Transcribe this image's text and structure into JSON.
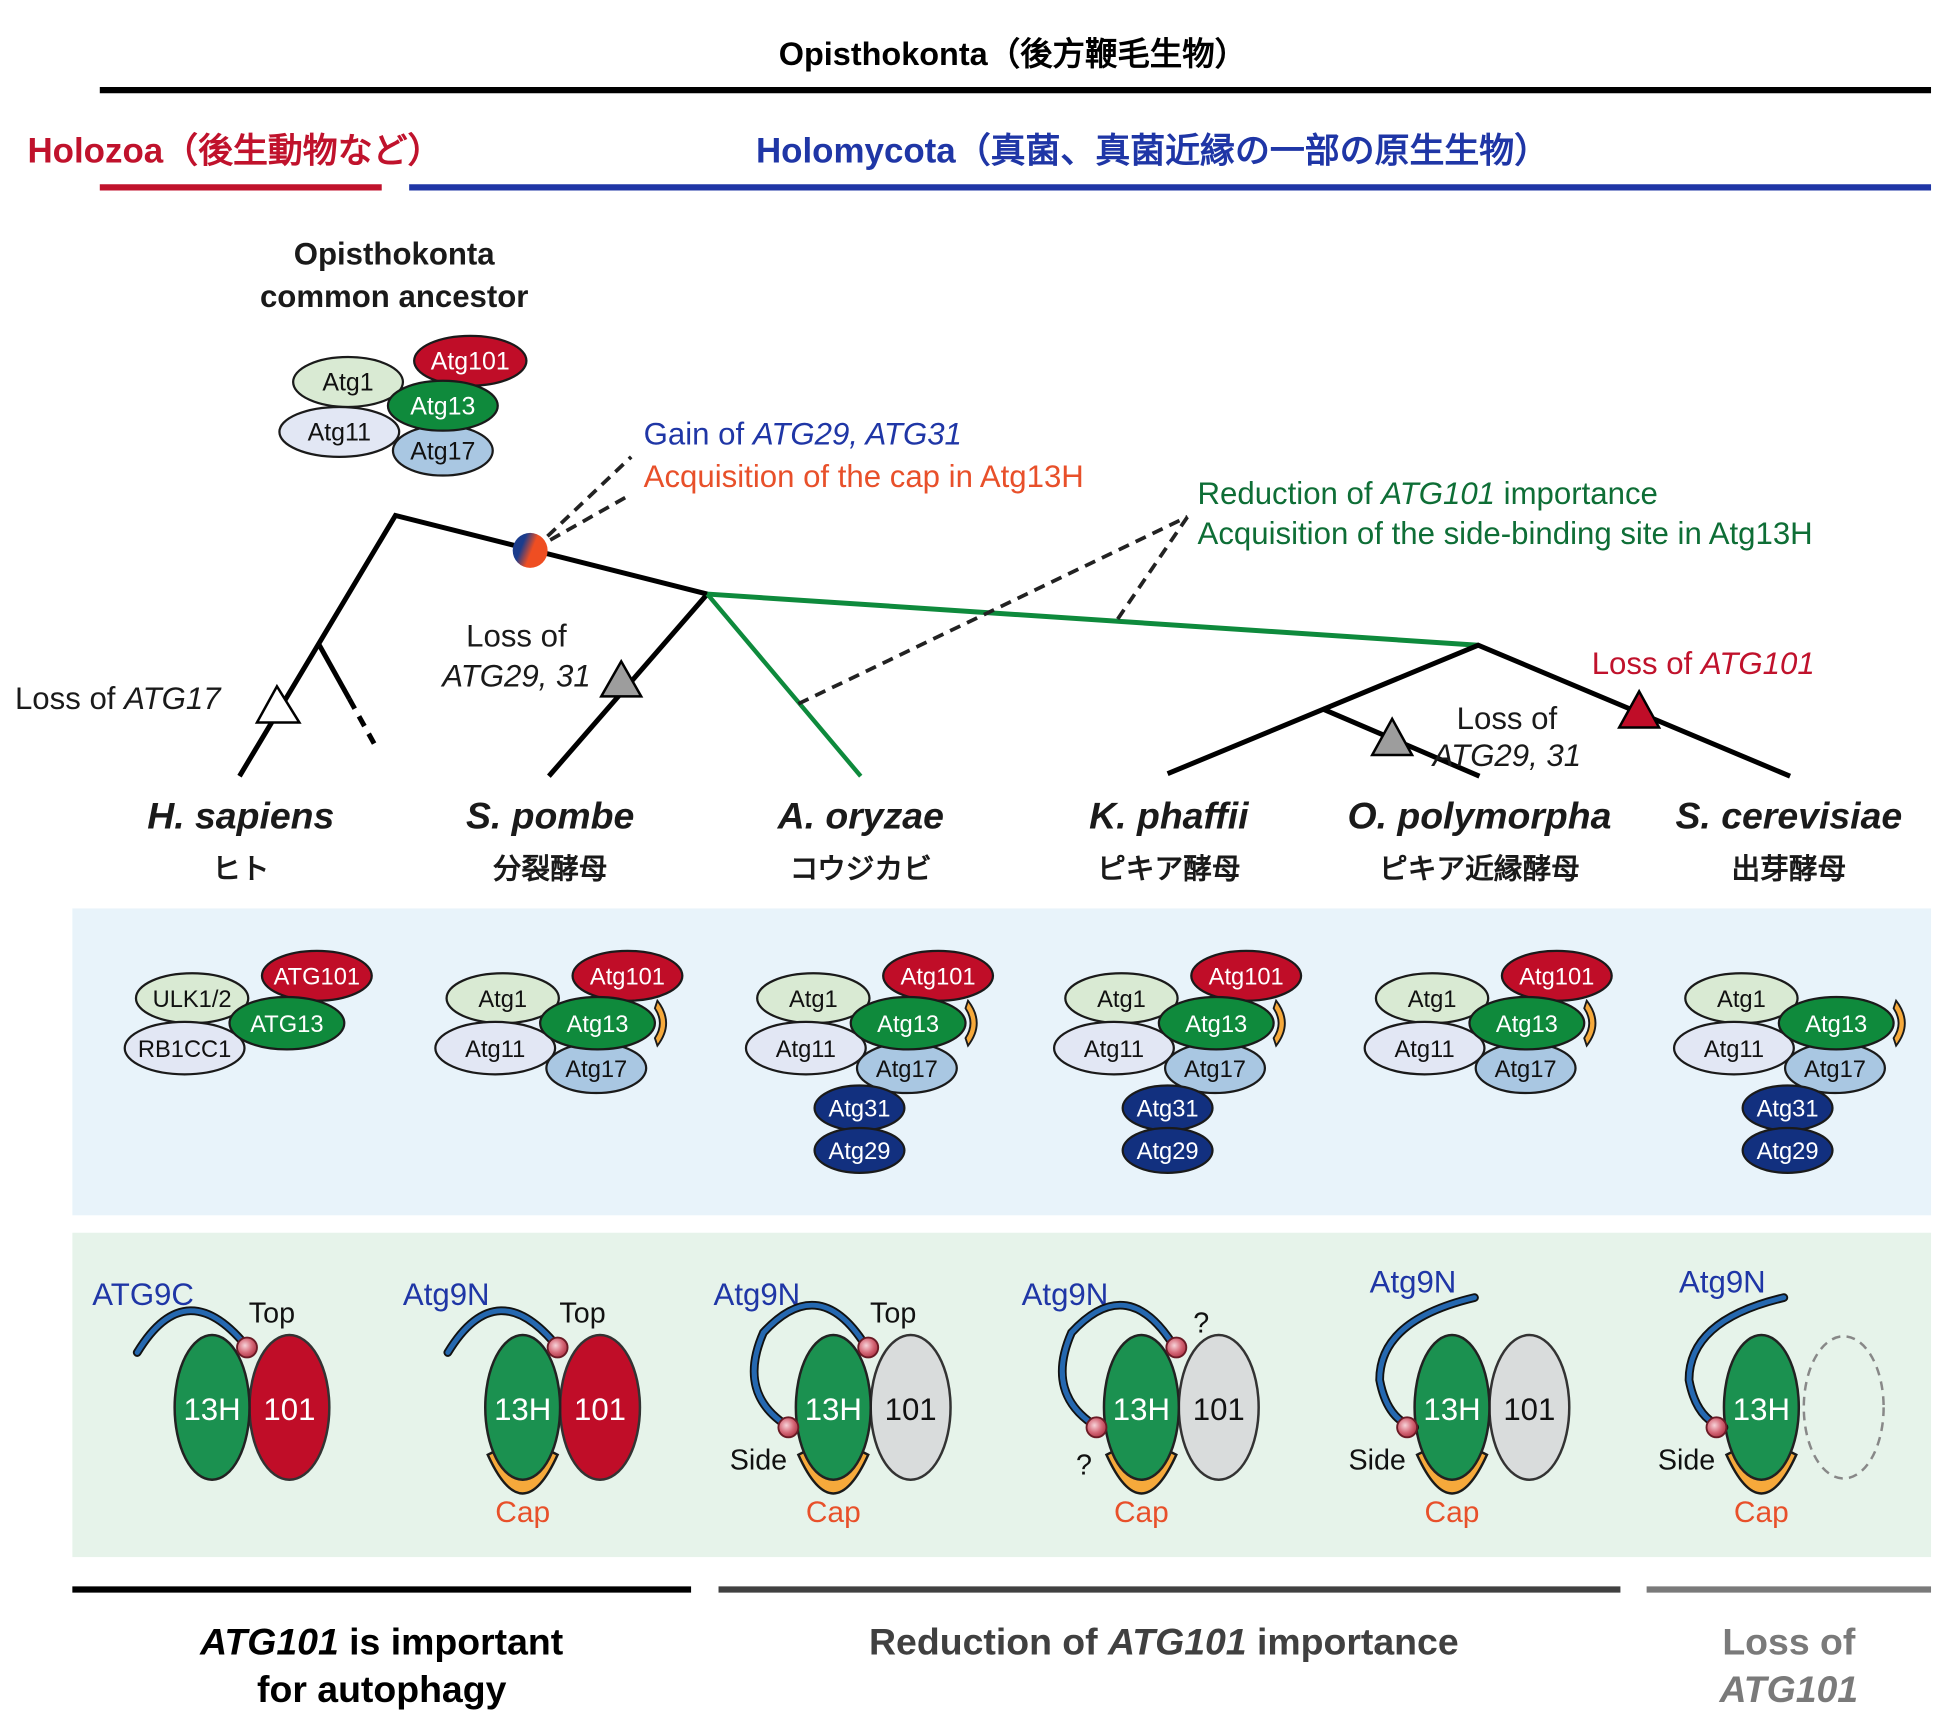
{
  "header": {
    "opisthokonta": "Opisthokonta（後方鞭毛生物）",
    "holozoa": "Holozoa（後生動物など）",
    "holomycota": "Holomycota（真菌、真菌近縁の一部の原生生物）",
    "colors": {
      "holozoa": "#c0122c",
      "holomycota": "#1f36a6",
      "opisthokonta": "#000000"
    }
  },
  "ancestor": {
    "title_line1": "Opisthokonta",
    "title_line2": "common ancestor",
    "proteins": [
      "Atg1",
      "Atg101",
      "Atg13",
      "Atg11",
      "Atg17"
    ]
  },
  "annotations": {
    "gain_prefix": "Gain of ",
    "gain_genes": "ATG29, ATG31",
    "cap": "Acquisition of the cap in Atg13H",
    "reduction_prefix": "Reduction of ",
    "reduction_gene": "ATG101",
    "reduction_suffix": " importance",
    "side": "Acquisition of the side-binding site in Atg13H",
    "loss_atg17_prefix": "Loss of ",
    "loss_atg17_gene": "ATG17",
    "loss_29_31_line1": "Loss of",
    "loss_29_31_line2": "ATG29, 31",
    "loss_atg101_prefix": "Loss of ",
    "loss_atg101_gene": "ATG101"
  },
  "species": [
    {
      "latin": "H. sapiens",
      "jp": "ヒト"
    },
    {
      "latin": "S. pombe",
      "jp": "分裂酵母"
    },
    {
      "latin": "A. oryzae",
      "jp": "コウジカビ"
    },
    {
      "latin": "K. phaffii",
      "jp": "ピキア酵母"
    },
    {
      "latin": "O. polymorpha",
      "jp": "ピキア近縁酵母"
    },
    {
      "latin": "S. cerevisiae",
      "jp": "出芽酵母"
    }
  ],
  "complexes": [
    {
      "kinase": "ULK1/2",
      "a101": "ATG101",
      "a13": "ATG13",
      "a11": "RB1CC1",
      "a17": null,
      "a31": null,
      "a29": null,
      "cap": false
    },
    {
      "kinase": "Atg1",
      "a101": "Atg101",
      "a13": "Atg13",
      "a11": "Atg11",
      "a17": "Atg17",
      "a31": null,
      "a29": null,
      "cap": true
    },
    {
      "kinase": "Atg1",
      "a101": "Atg101",
      "a13": "Atg13",
      "a11": "Atg11",
      "a17": "Atg17",
      "a31": "Atg31",
      "a29": "Atg29",
      "cap": true
    },
    {
      "kinase": "Atg1",
      "a101": "Atg101",
      "a13": "Atg13",
      "a11": "Atg11",
      "a17": "Atg17",
      "a31": "Atg31",
      "a29": "Atg29",
      "cap": true
    },
    {
      "kinase": "Atg1",
      "a101": "Atg101",
      "a13": "Atg13",
      "a11": "Atg11",
      "a17": "Atg17",
      "a31": null,
      "a29": null,
      "cap": true
    },
    {
      "kinase": "Atg1",
      "a101": null,
      "a13": "Atg13",
      "a11": "Atg11",
      "a17": "Atg17",
      "a31": "Atg31",
      "a29": "Atg29",
      "cap": true
    }
  ],
  "binding": [
    {
      "atg9": "ATG9C",
      "top": "Top",
      "side": null,
      "cap": null,
      "h13": "13H",
      "h101": "101",
      "state": "red",
      "q": false
    },
    {
      "atg9": "Atg9N",
      "top": "Top",
      "side": null,
      "cap": "Cap",
      "h13": "13H",
      "h101": "101",
      "state": "red",
      "q": false
    },
    {
      "atg9": "Atg9N",
      "top": "Top",
      "side": "Side",
      "cap": "Cap",
      "h13": "13H",
      "h101": "101",
      "state": "grey",
      "q": false
    },
    {
      "atg9": "Atg9N",
      "top": "?",
      "side": "?",
      "cap": "Cap",
      "h13": "13H",
      "h101": "101",
      "state": "grey",
      "q": true
    },
    {
      "atg9": "Atg9N",
      "top": null,
      "side": "Side",
      "cap": "Cap",
      "h13": "13H",
      "h101": "101",
      "state": "grey",
      "q": false
    },
    {
      "atg9": "Atg9N",
      "top": null,
      "side": "Side",
      "cap": "Cap",
      "h13": "13H",
      "h101": null,
      "state": "absent",
      "q": false
    }
  ],
  "footer": {
    "important_gene": "ATG101",
    "important_line1_rest": " is important",
    "important_line2": "for autophagy",
    "reduction_prefix": "Reduction of ",
    "reduction_gene": "ATG101",
    "reduction_suffix": " importance",
    "loss_line1": "Loss of",
    "loss_line2": "ATG101"
  },
  "palette": {
    "atg1": "#d9ead3",
    "atg101": "#c00d28",
    "atg13": "#0f8a3c",
    "atg11": "#e2e7f4",
    "atg17": "#a9c7e2",
    "atg29_31": "#12307f",
    "cap": "#f6a93b",
    "panel_blue": "#e8f3fa",
    "panel_green": "#e6f3ea",
    "annot_blue": "#1f36a6",
    "annot_orange": "#e8502a",
    "annot_green": "#0e6e36",
    "annot_red": "#c0122c"
  }
}
